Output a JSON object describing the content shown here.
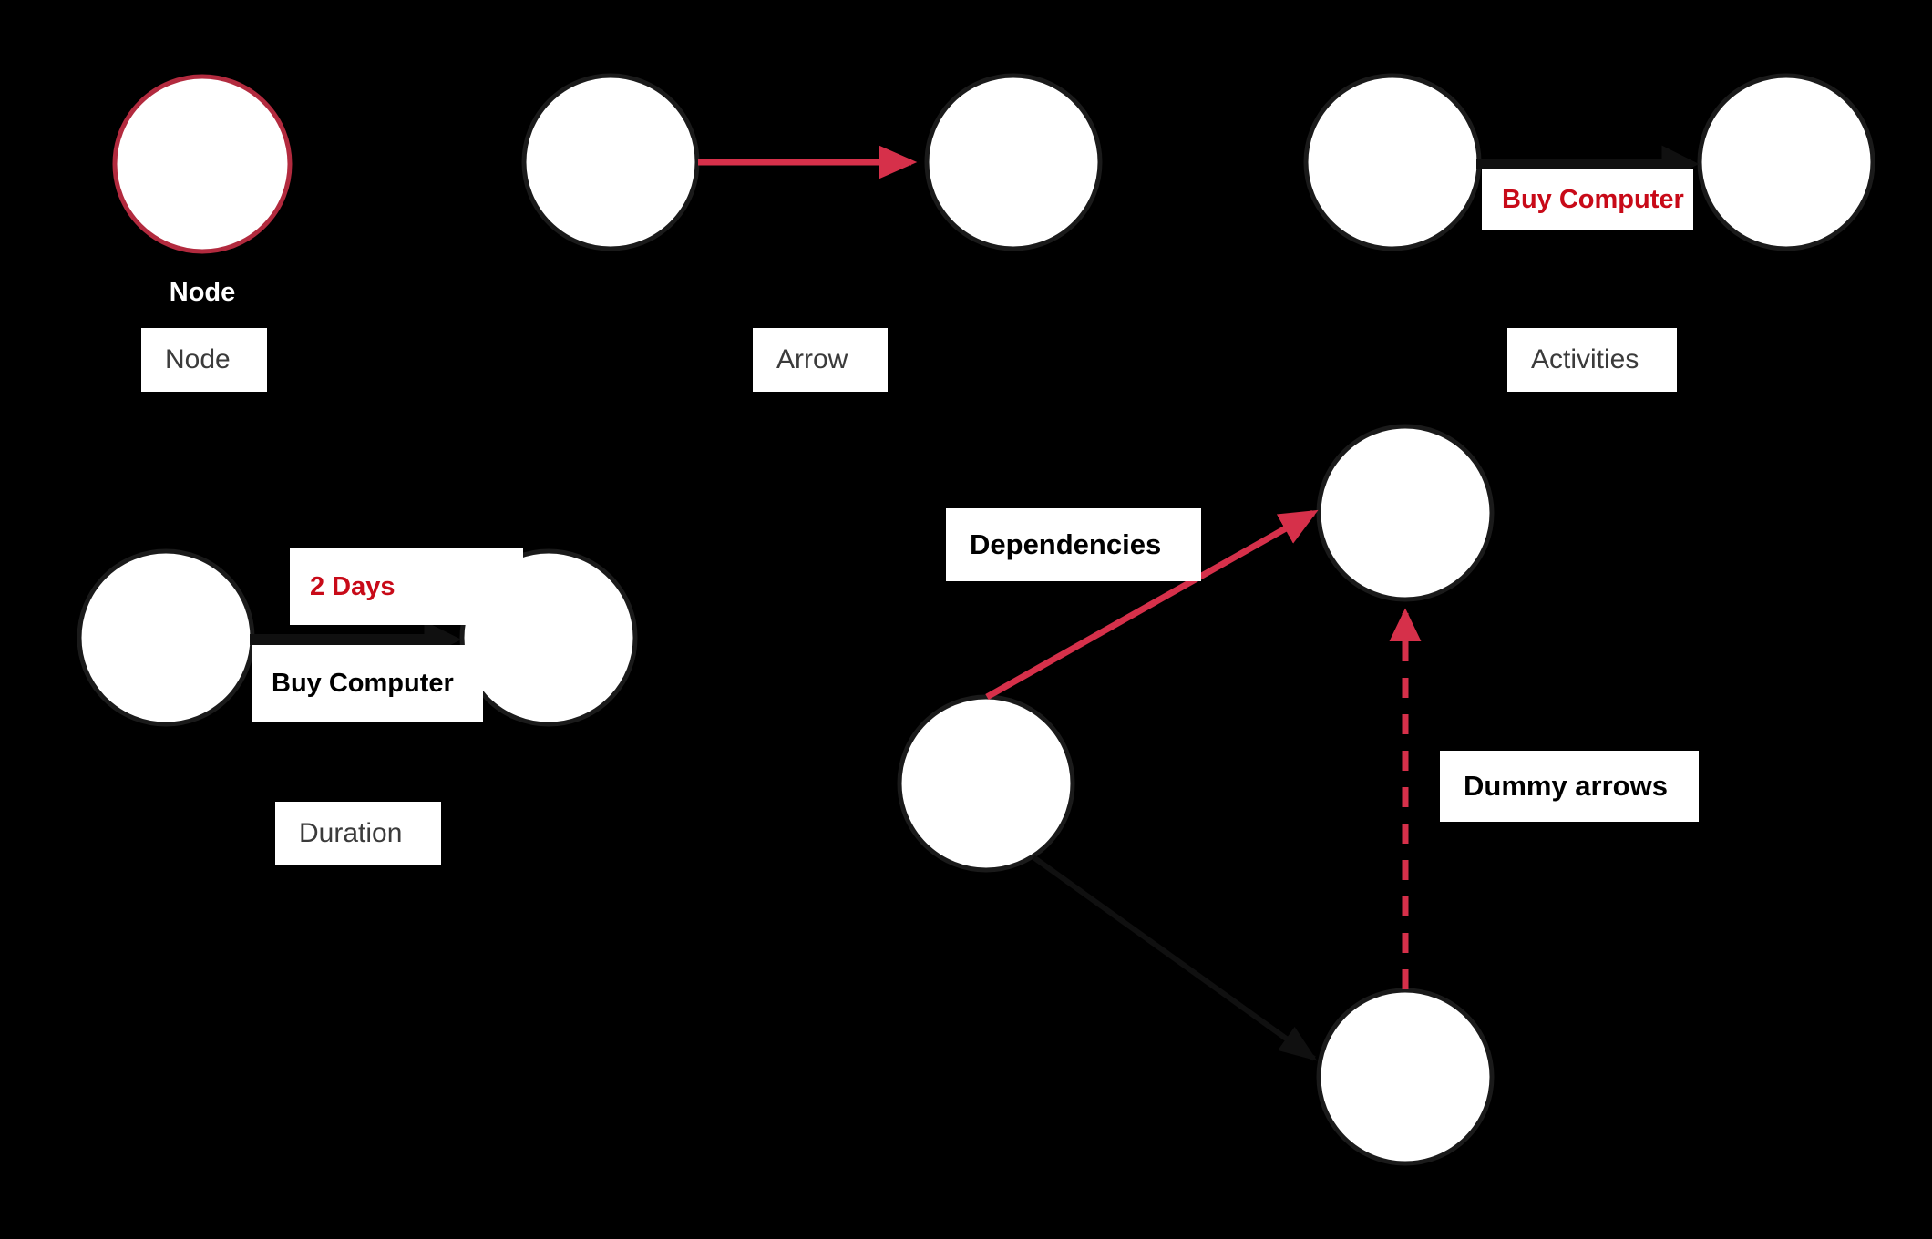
{
  "diagram": {
    "title": "Network Diagram Elements Legend",
    "background_color": "#000000",
    "accent_red": "#d6304a",
    "node_border_red": "#b22a3e",
    "label_text_red": "#c80a18",
    "node_fill": "#ffffff",
    "node_border_dark": "#1a1a1a"
  },
  "sections": {
    "node": {
      "caption": "Node",
      "legend_label": "Node"
    },
    "arrow": {
      "legend_label": "Arrow"
    },
    "activities": {
      "activity_label": "Buy Computer",
      "legend_label": "Activities"
    },
    "duration": {
      "duration_label": "2 Days",
      "activity_label": "Buy Computer",
      "legend_label": "Duration"
    },
    "dependencies": {
      "legend_label": "Dependencies"
    },
    "dummy": {
      "legend_label": "Dummy arrows"
    }
  }
}
